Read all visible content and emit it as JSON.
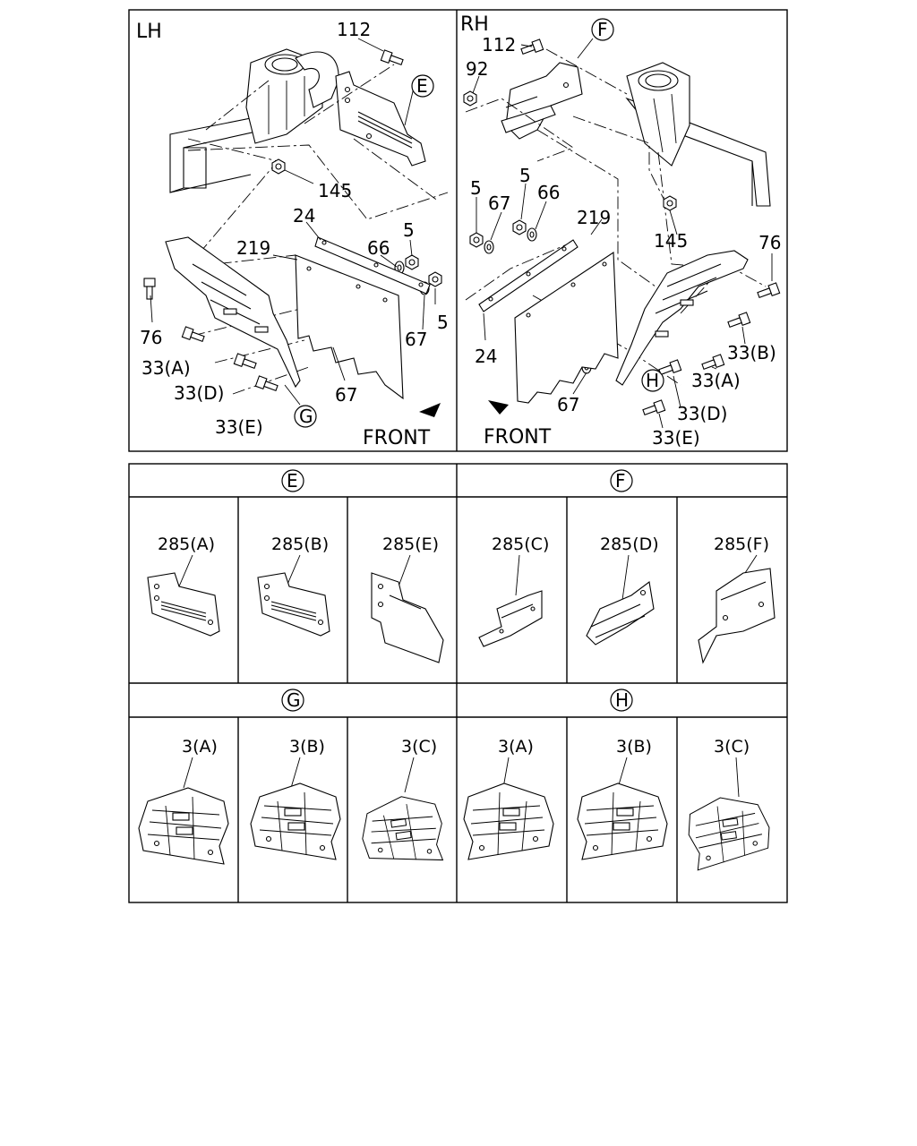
{
  "top_panels": {
    "left": {
      "side_label": "LH",
      "front_label": "FRONT",
      "callouts": [
        "112",
        "145",
        "24",
        "219",
        "66",
        "5",
        "5",
        "76",
        "67",
        "33(A)",
        "33(D)",
        "33(E)",
        "67"
      ],
      "circled": [
        "E",
        "G"
      ]
    },
    "right": {
      "side_label": "RH",
      "front_label": "FRONT",
      "callouts": [
        "112",
        "92",
        "5",
        "67",
        "5",
        "66",
        "219",
        "145",
        "76",
        "33(B)",
        "33(A)",
        "24",
        "33(D)",
        "67",
        "33(E)"
      ],
      "circled": [
        "F",
        "H"
      ]
    }
  },
  "detail_grid": {
    "row1": {
      "groups": [
        {
          "letter": "E",
          "items": [
            "285(A)",
            "285(B)",
            "285(E)"
          ]
        },
        {
          "letter": "F",
          "items": [
            "285(C)",
            "285(D)",
            "285(F)"
          ]
        }
      ]
    },
    "row2": {
      "groups": [
        {
          "letter": "G",
          "items": [
            "3(A)",
            "3(B)",
            "3(C)"
          ]
        },
        {
          "letter": "H",
          "items": [
            "3(A)",
            "3(B)",
            "3(C)"
          ]
        }
      ]
    }
  }
}
